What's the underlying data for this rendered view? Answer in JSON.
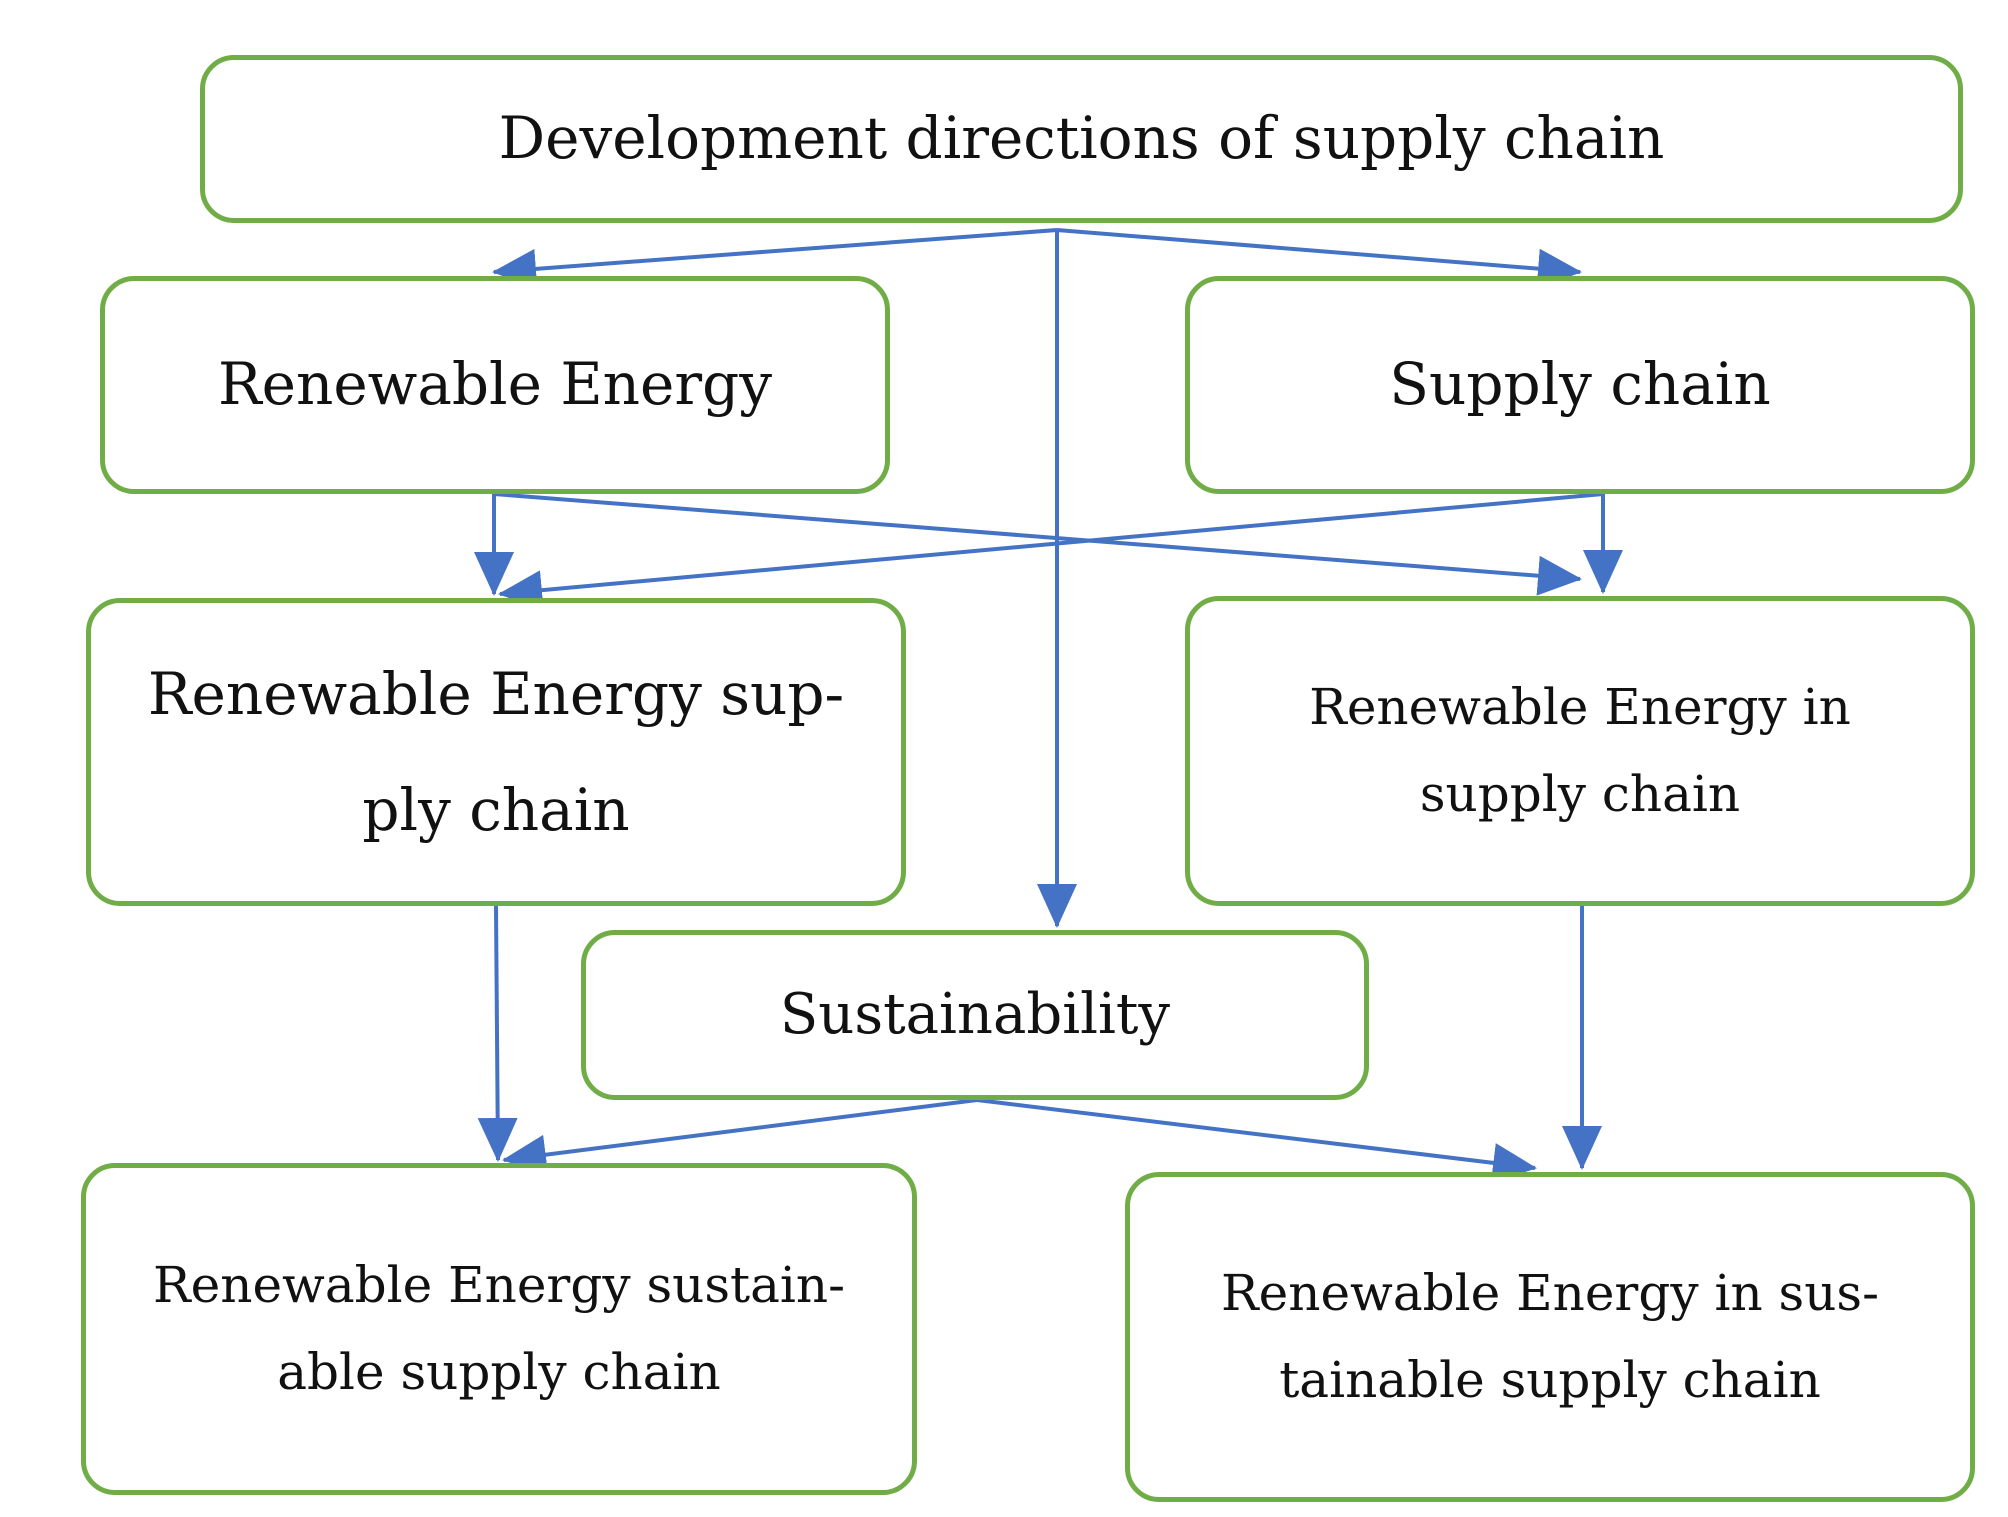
{
  "nodes": {
    "top": "Development directions of supply chain",
    "renewable_energy": "Renewable Energy",
    "supply_chain": "Supply chain",
    "re_supply_chain": "Renewable Energy sup-\nply chain",
    "re_in_supply_chain": "Renewable Energy in\nsupply chain",
    "sustainability": "Sustainability",
    "re_sustainable_supply_chain": "Renewable Energy sustain-\nable supply chain",
    "re_in_sustainable_supply_chain": "Renewable Energy in sus-\ntainable supply chain"
  },
  "colors": {
    "box_border": "#70ad47",
    "arrow": "#4472c4",
    "text": "#111111"
  }
}
